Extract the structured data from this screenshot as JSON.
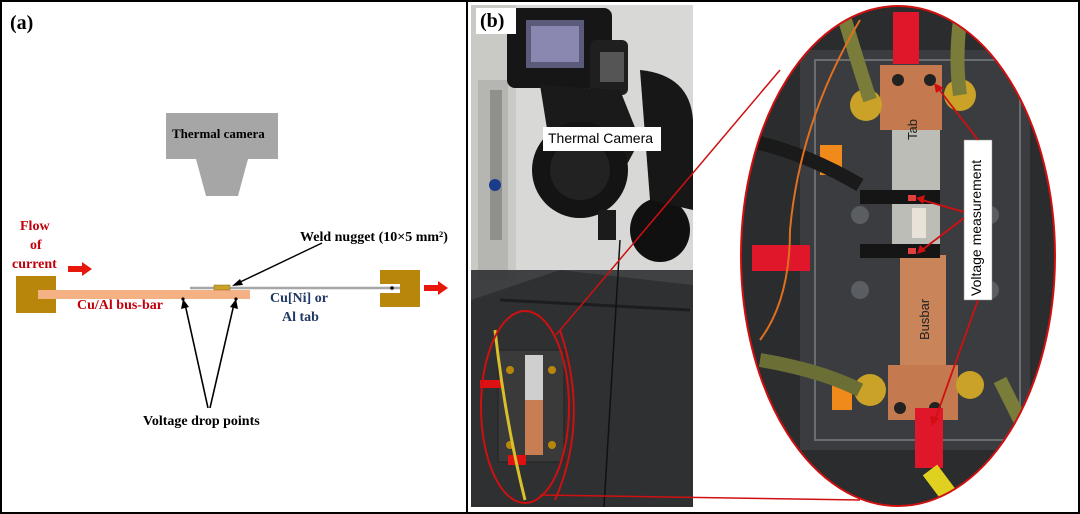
{
  "panel_a": {
    "label": "(a)",
    "camera_label": "Thermal camera",
    "flow_line1": "Flow",
    "flow_line2": "of",
    "flow_line3": "current",
    "weld_nugget": "Weld nugget (10×5 mm²)",
    "busbar_label": "Cu/Al bus-bar",
    "tab_line1": "Cu[Ni] or",
    "tab_line2": "Al tab",
    "voltage_drop": "Voltage drop points",
    "colors": {
      "busbar": "#f4b183",
      "clamp": "#b8860b",
      "arrow": "#e8170c",
      "camera": "#a6a6a6",
      "tab_text": "#1f3864",
      "red_text": "#c0000a"
    }
  },
  "panel_b": {
    "label": "(b)",
    "thermal_camera": "Thermal Camera",
    "tab": "Tab",
    "busbar": "Busbar",
    "voltage_measurement": "Voltage measurement"
  }
}
